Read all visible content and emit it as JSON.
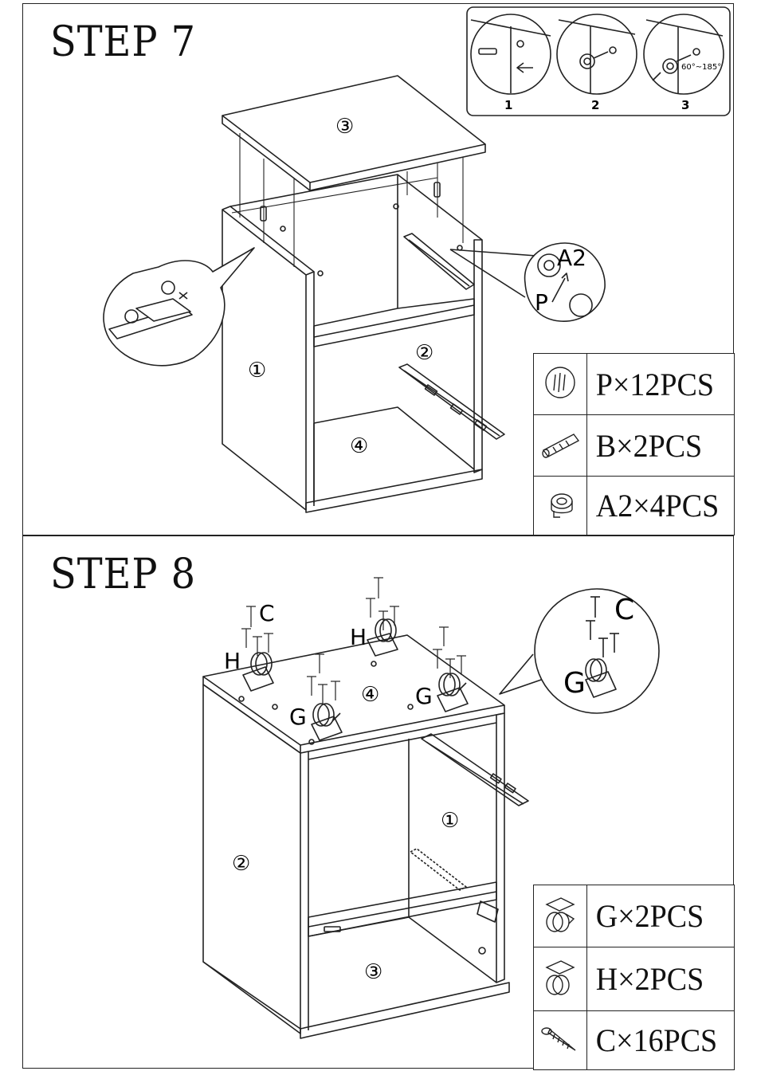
{
  "step7": {
    "title": "STEP  7",
    "panel_numbers": {
      "p1": "①",
      "p2": "②",
      "p3": "③",
      "p4": "④"
    },
    "inset_steps": [
      "1",
      "2",
      "3"
    ],
    "inset_angle": "60°~185°",
    "callout_labels": {
      "a2": "A2",
      "p": "P",
      "wrong": "×"
    },
    "parts": [
      {
        "icon": "dowel-cap-icon",
        "label": "P×12PCS"
      },
      {
        "icon": "wood-dowel-icon",
        "label": "B×2PCS"
      },
      {
        "icon": "cam-lock-icon",
        "label": "A2×4PCS"
      }
    ]
  },
  "step8": {
    "title": "STEP  8",
    "panel_numbers": {
      "p1": "①",
      "p2": "②",
      "p3": "③",
      "p4": "④"
    },
    "caster_labels": {
      "c": "C",
      "h": "H",
      "g": "G"
    },
    "callout_labels": {
      "c": "C",
      "g": "G"
    },
    "parts": [
      {
        "icon": "brake-caster-icon",
        "label": "G×2PCS"
      },
      {
        "icon": "caster-icon",
        "label": "H×2PCS"
      },
      {
        "icon": "screw-icon",
        "label": "C×16PCS"
      }
    ]
  }
}
